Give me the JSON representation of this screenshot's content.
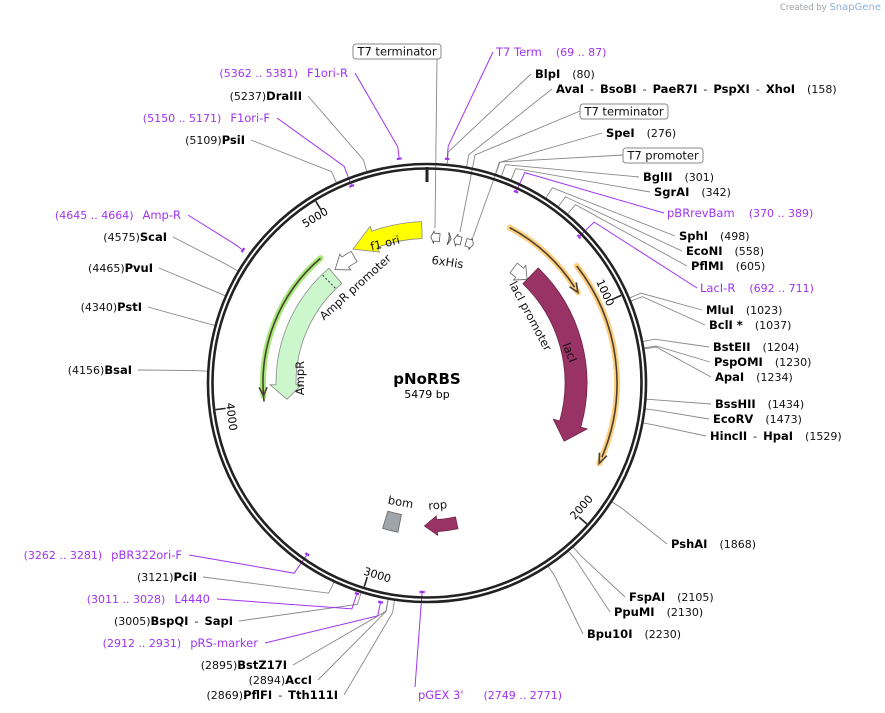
{
  "watermark": {
    "prefix": "Created by",
    "brand": "SnapGene"
  },
  "map": {
    "name": "pNoRBS",
    "size_label": "5479 bp",
    "length_bp": 5479,
    "ticks": [
      "1000",
      "2000",
      "3000",
      "4000",
      "5000"
    ]
  },
  "colors": {
    "primer": "#a033f0",
    "f1_ori": "#ffff00",
    "ampr": "#ccf7cc",
    "laci": "#993366",
    "rop": "#993366",
    "bom": "#a0a5ab",
    "orf_orange": "#ffcf80",
    "orf_green": "#a8e87a"
  },
  "sites": [
    {
      "names": [
        "BlpI"
      ],
      "position": "(80)",
      "bp": 80
    },
    {
      "names": [
        "AvaI",
        "BsoBI",
        "PaeR7I",
        "PspXI",
        "XhoI"
      ],
      "position": "(158)",
      "bp": 158
    },
    {
      "names": [
        "SpeI"
      ],
      "position": "(276)",
      "bp": 276
    },
    {
      "names": [
        "BglII"
      ],
      "position": "(301)",
      "bp": 301
    },
    {
      "names": [
        "SgrAI"
      ],
      "position": "(342)",
      "bp": 342
    },
    {
      "names": [
        "SphI"
      ],
      "position": "(498)",
      "bp": 498
    },
    {
      "names": [
        "EcoNI"
      ],
      "position": "(558)",
      "bp": 558
    },
    {
      "names": [
        "PflMI"
      ],
      "position": "(605)",
      "bp": 605
    },
    {
      "names": [
        "MluI"
      ],
      "position": "(1023)",
      "bp": 1023
    },
    {
      "names": [
        "BclI *"
      ],
      "position": "(1037)",
      "bp": 1037
    },
    {
      "names": [
        "BstEII"
      ],
      "position": "(1204)",
      "bp": 1204
    },
    {
      "names": [
        "PspOMI"
      ],
      "position": "(1230)",
      "bp": 1230
    },
    {
      "names": [
        "ApaI"
      ],
      "position": "(1234)",
      "bp": 1234
    },
    {
      "names": [
        "BssHII"
      ],
      "position": "(1434)",
      "bp": 1434
    },
    {
      "names": [
        "EcoRV"
      ],
      "position": "(1473)",
      "bp": 1473
    },
    {
      "names": [
        "HincII",
        "HpaI"
      ],
      "position": "(1529)",
      "bp": 1529
    },
    {
      "names": [
        "PshAI"
      ],
      "position": "(1868)",
      "bp": 1868
    },
    {
      "names": [
        "FspAI"
      ],
      "position": "(2105)",
      "bp": 2105
    },
    {
      "names": [
        "PpuMI"
      ],
      "position": "(2130)",
      "bp": 2130
    },
    {
      "names": [
        "Bpu10I"
      ],
      "position": "(2230)",
      "bp": 2230
    },
    {
      "names": [
        "PflFI",
        "Tth111I"
      ],
      "position": "(2869)",
      "bp": 2869
    },
    {
      "names": [
        "AccI"
      ],
      "position": "(2894)",
      "bp": 2894
    },
    {
      "names": [
        "BstZ17I"
      ],
      "position": "(2895)",
      "bp": 2895
    },
    {
      "names": [
        "BspQI",
        "SapI"
      ],
      "position": "(3005)",
      "bp": 3005
    },
    {
      "names": [
        "PciI"
      ],
      "position": "(3121)",
      "bp": 3121
    },
    {
      "names": [
        "BsaI"
      ],
      "position": "(4156)",
      "bp": 4156
    },
    {
      "names": [
        "PstI"
      ],
      "position": "(4340)",
      "bp": 4340
    },
    {
      "names": [
        "PvuI"
      ],
      "position": "(4465)",
      "bp": 4465
    },
    {
      "names": [
        "ScaI"
      ],
      "position": "(4575)",
      "bp": 4575
    },
    {
      "names": [
        "PsiI"
      ],
      "position": "(5109)",
      "bp": 5109
    },
    {
      "names": [
        "DraIII"
      ],
      "position": "(5237)",
      "bp": 5237
    }
  ],
  "primers": [
    {
      "name": "T7 Term",
      "range": "(69 .. 87)",
      "start": 69,
      "end": 87
    },
    {
      "name": "pBRrevBam",
      "range": "(370 .. 389)",
      "start": 370,
      "end": 389
    },
    {
      "name": "LacI-R",
      "range": "(692 .. 711)",
      "start": 692,
      "end": 711
    },
    {
      "name": "pGEX 3'",
      "range": "(2749 .. 2771)",
      "start": 2749,
      "end": 2771
    },
    {
      "name": "pRS-marker",
      "range": "(2912 .. 2931)",
      "start": 2912,
      "end": 2931
    },
    {
      "name": "L4440",
      "range": "(3011 .. 3028)",
      "start": 3011,
      "end": 3028
    },
    {
      "name": "pBR322ori-F",
      "range": "(3262 .. 3281)",
      "start": 3262,
      "end": 3281
    },
    {
      "name": "Amp-R",
      "range": "(4645 .. 4664)",
      "start": 4645,
      "end": 4664
    },
    {
      "name": "F1ori-F",
      "range": "(5150 .. 5171)",
      "start": 5150,
      "end": 5171
    },
    {
      "name": "F1ori-R",
      "range": "(5362 .. 5381)",
      "start": 5362,
      "end": 5381
    }
  ],
  "boxed_features": [
    {
      "label": "T7 terminator"
    },
    {
      "label": "T7 terminator"
    },
    {
      "label": "T7 promoter"
    }
  ],
  "features": [
    {
      "label": "f1 ori",
      "start": 5450,
      "end": 5038
    },
    {
      "label": "AmpR promoter",
      "start": 5023,
      "end": 4885
    },
    {
      "label": "AmpR",
      "start": 4862,
      "end": 4008
    },
    {
      "label": "lacI promoter",
      "start": 578,
      "end": 670
    },
    {
      "label": "lacI",
      "start": 670,
      "end": 1720
    },
    {
      "label": "6xHis",
      "start": 120,
      "end": 140
    },
    {
      "label": "bom",
      "start": 2907,
      "end": 2998
    },
    {
      "label": "rop",
      "start": 2557,
      "end": 2755
    }
  ]
}
